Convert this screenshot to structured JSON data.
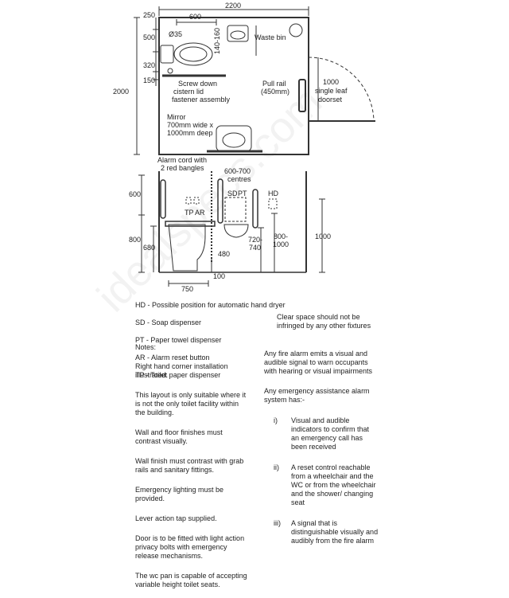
{
  "plan": {
    "dim_total_width": "2200",
    "dim_250": "250",
    "dim_600": "600",
    "dim_500": "500",
    "dim_dia35": "Ø35",
    "dim_140_160": "140-160",
    "dim_320": "320",
    "dim_150": "150",
    "dim_2000": "2000",
    "dim_1000_door": "1000",
    "door_label_1": "single leaf",
    "door_label_2": "doorset",
    "waste_bin": "Waste bin",
    "screw_down_1": "Screw down",
    "screw_down_2": "cistern lid",
    "screw_down_3": "fastener assembly",
    "pull_rail_1": "Pull rail",
    "pull_rail_2": "(450mm)",
    "mirror_1": "Mirror",
    "mirror_2": "700mm wide x",
    "mirror_3": "1000mm deep"
  },
  "elevation": {
    "alarm_1": "Alarm cord with",
    "alarm_2": "2 red bangles",
    "centres_1": "600-700",
    "centres_2": "centres",
    "dim_600": "600",
    "dim_800": "800",
    "dim_680": "680",
    "dim_480": "480",
    "dim_100": "100",
    "dim_750": "750",
    "dim_720_740_1": "720-",
    "dim_720_740_2": "740",
    "dim_800_1000_1": "800-",
    "dim_800_1000_2": "1000",
    "dim_1000": "1000",
    "tp": "TP",
    "ar": "AR",
    "sd": "SD",
    "pt": "PT",
    "hd": "HD"
  },
  "legend": [
    "HD - Possible position for automatic hand dryer",
    "SD - Soap dispenser",
    "PT - Paper towel dispenser",
    "AR - Alarm reset button",
    "TP - Toilet paper dispenser"
  ],
  "clear_space": "Clear space should not be\ninfringed by any other fixtures",
  "notes_heading": "Notes:",
  "notes": [
    "Right hand corner installation\nillustrated.",
    "This layout is only suitable where it\nis not the only toilet facility within\nthe building.",
    "Wall and floor finishes must\ncontrast visually.",
    "Wall finish must contrast with grab\nrails and sanitary fittings.",
    "Emergency lighting must be\nprovided.",
    "Lever action tap supplied.",
    "Door is to be fitted with light action\nprivacy bolts with emergency\nrelease mechanisms.",
    "The wc pan is capable of accepting\nvariable height toilet seats."
  ],
  "alarm_text": {
    "intro_1": "Any fire alarm emits a visual and\naudible signal to warn occupants\nwith hearing or visual impairments",
    "intro_2": "Any emergency assistance alarm\nsystem has:-",
    "items": [
      {
        "num": "i)",
        "text": "Visual and audible\nindicators to confirm that\nan emergency call has\nbeen received"
      },
      {
        "num": "ii)",
        "text": "A reset control reachable\nfrom a wheelchair and the\nWC or from the wheelchair\nand the shower/ changing\nseat"
      },
      {
        "num": "iii)",
        "text": "A signal that is\ndistinguishable visually and\naudibly from the fire alarm"
      }
    ]
  },
  "watermark": "idealspecs.com"
}
